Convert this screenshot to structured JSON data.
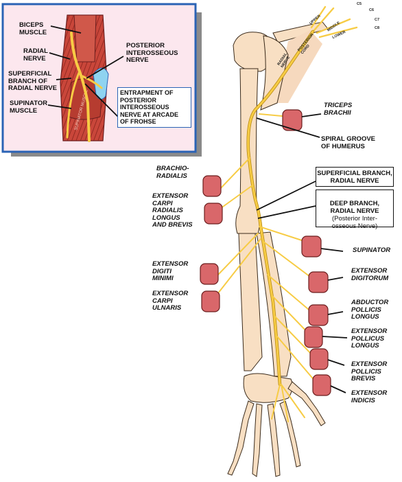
{
  "inset": {
    "biceps_muscle": "BICEPS\nMUSCLE",
    "radial_nerve": "RADIAL\nNERVE",
    "superficial_branch": "SUPERFICIAL\nBRANCH OF\nRADIAL NERVE",
    "supinator_muscle": "SUPINATOR\nMUSCLE",
    "posterior_interosseous": "POSTERIOR\nINTEROSSEOUS\nNERVE",
    "entrapment": "ENTRAPMENT OF\nPOSTERIOR\nINTEROSSEOUS\nNERVE AT ARCADE\nOF FROHSE",
    "muscle_text": "SUPINATOR MUSCLE"
  },
  "plexus": {
    "roots": [
      "C5",
      "C6",
      "C7",
      "C8"
    ],
    "cords": [
      "UPPER",
      "MIDDLE",
      "LOWER"
    ],
    "cord_label": "POSTERIOR\nCORD",
    "nerve_label": "RADIAL\nNERVE"
  },
  "labels": {
    "triceps": "TRICEPS\nBRACHII",
    "spiral_groove": "SPIRAL GROOVE\nOF HUMERUS",
    "brachioradialis": "BRACHIO-\nRADIALIS",
    "ecrl": "EXTENSOR\nCARPI\nRADIALIS\nLONGUS\nAND BREVIS",
    "superficial_box": "SUPERFICIAL BRANCH,\nRADIAL NERVE",
    "deep_box_title": "DEEP BRANCH,\nRADIAL NERVE",
    "deep_box_sub": "(Posterior Inter-\nosseous Nerve)",
    "supinator": "SUPINATOR",
    "extensor_digitorum": "EXTENSOR\nDIGITORUM",
    "edm": "EXTENSOR\nDIGITI\nMINIMI",
    "ecu": "EXTENSOR\nCARPI\nULNARIS",
    "apl": "ABDUCTOR\nPOLLICIS\nLONGUS",
    "epl": "EXTENSOR\nPOLLICUS\nLONGUS",
    "epb": "EXTENSOR\nPOLLICIS\nBREVIS",
    "ei": "EXTENSOR\nINDICIS"
  },
  "colors": {
    "bone": "#f8dfc3",
    "bone_outline": "#3a2a1a",
    "nerve": "#f7cc45",
    "nerve_outline": "#b88a10",
    "muscle": "#d9676a",
    "muscle_outline": "#6b1e1e",
    "inset_bg": "#fce7ee",
    "inset_border": "#2a63b5",
    "inset_muscle": "#c94a3a",
    "inset_shadow": "#8a8a8a",
    "cord_highlight": "#f6d9be"
  }
}
